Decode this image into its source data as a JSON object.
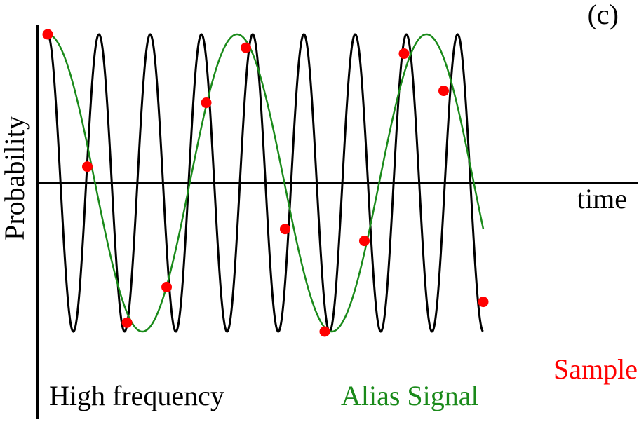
{
  "panel_label": "(c)",
  "labels": {
    "ylabel": "Probability",
    "xlabel": "time",
    "high_frequency": "High frequency",
    "alias_signal": "Alias Signal",
    "sample": "Sample"
  },
  "colors": {
    "axis": "#000000",
    "high_frequency": "#000000",
    "alias_signal": "#1a8a1a",
    "sample": "#ff0000"
  },
  "chart_data": {
    "type": "line",
    "title": "",
    "xlabel": "time",
    "ylabel": "Probability",
    "grid": false,
    "xlim": [
      0,
      1
    ],
    "ylim": [
      -1.05,
      1.05
    ],
    "series": [
      {
        "name": "High frequency",
        "kind": "line",
        "function": "cos",
        "amplitude": 1,
        "cycles": 8.5,
        "phase": 0
      },
      {
        "name": "Alias Signal",
        "kind": "line",
        "function": "cos",
        "amplitude": 1,
        "cycles": 2.3,
        "phase": 0
      },
      {
        "name": "Sample",
        "kind": "scatter",
        "x": [
          0.0,
          0.091,
          0.182,
          0.273,
          0.364,
          0.455,
          0.545,
          0.636,
          0.727,
          0.818,
          0.909,
          1.0
        ],
        "y": [
          1.0,
          0.11,
          -0.94,
          -0.7,
          0.54,
          0.91,
          -0.31,
          -1.0,
          -0.39,
          0.87,
          0.62,
          -0.8
        ]
      }
    ]
  }
}
